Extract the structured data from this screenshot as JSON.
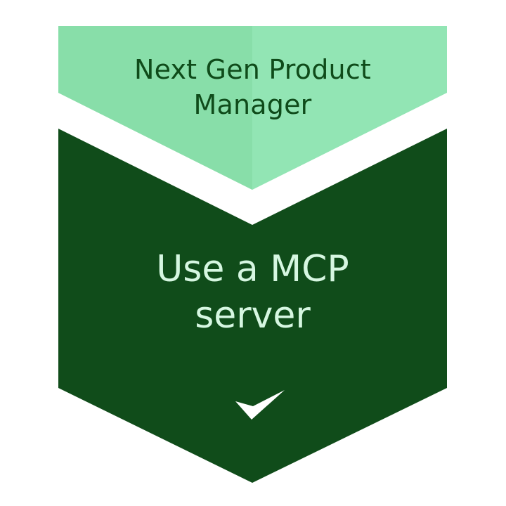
{
  "badge": {
    "top_line1": "Next Gen Product",
    "top_line2": "Manager",
    "main_line1": "Use a MCP",
    "main_line2": "server",
    "check_icon": "checkmark-icon"
  },
  "colors": {
    "top_fill": "#92e5b4",
    "top_fill_left": "#88dea9",
    "main_fill": "#104c1a",
    "top_text": "#0f4b1a",
    "main_text": "#d6f7e1",
    "check": "#ffffff"
  }
}
